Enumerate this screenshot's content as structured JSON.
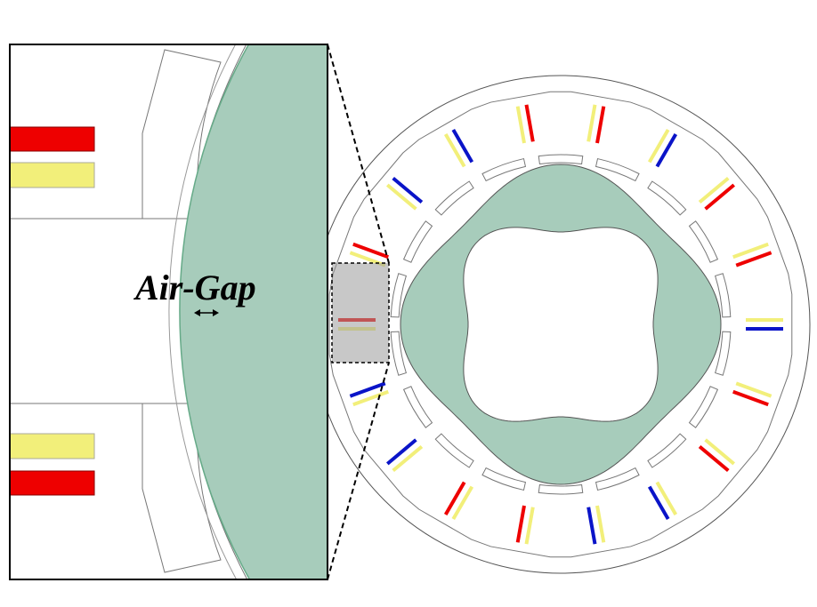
{
  "annotation": {
    "label": "Air-Gap"
  },
  "colors": {
    "rotor": "#a7ccbb",
    "coil_red": "#ee0000",
    "coil_yellow": "#f2ef7a",
    "coil_blue": "#0a14c8",
    "outline": "#333333",
    "magnifier_box": "#bdbdbd"
  },
  "machine": {
    "stator_slots": 18,
    "rotor_poles": 4,
    "slot_phase_pattern": [
      "blue",
      "red",
      "red",
      "blue",
      "blue",
      "red",
      "red",
      "blue",
      "blue",
      "red",
      "red",
      "blue",
      "blue",
      "red",
      "red",
      "blue",
      "red",
      "red"
    ]
  }
}
